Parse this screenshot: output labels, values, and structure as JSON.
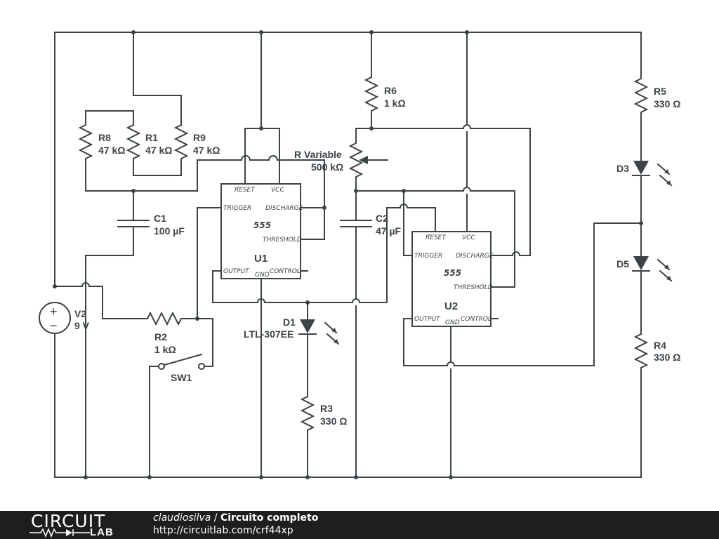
{
  "schematic": {
    "components": {
      "R8": {
        "ref": "R8",
        "value": "47 kΩ"
      },
      "R1": {
        "ref": "R1",
        "value": "47 kΩ"
      },
      "R9": {
        "ref": "R9",
        "value": "47 kΩ"
      },
      "R6": {
        "ref": "R6",
        "value": "1 kΩ"
      },
      "RV": {
        "ref": "R Variable",
        "value": "500 kΩ"
      },
      "R5": {
        "ref": "R5",
        "value": "330 Ω"
      },
      "C1": {
        "ref": "C1",
        "value": "100 µF"
      },
      "C2": {
        "ref": "C2",
        "value": "47 µF"
      },
      "V2": {
        "ref": "V2",
        "value": "9 V"
      },
      "R2": {
        "ref": "R2",
        "value": "1 kΩ"
      },
      "SW1": {
        "ref": "SW1"
      },
      "D1": {
        "ref": "D1",
        "value": "LTL-307EE"
      },
      "R3": {
        "ref": "R3",
        "value": "330 Ω"
      },
      "D3": {
        "ref": "D3"
      },
      "D5": {
        "ref": "D5"
      },
      "R4": {
        "ref": "R4",
        "value": "330 Ω"
      }
    },
    "chips": {
      "U1": {
        "ref": "U1",
        "type": "555"
      },
      "U2": {
        "ref": "U2",
        "type": "555"
      }
    },
    "pins": {
      "reset": "RESET",
      "vcc": "VCC",
      "trigger": "TRIGGER",
      "discharge": "DISCHARGE",
      "threshold": "THRESHOLD",
      "output": "OUTPUT",
      "gnd": "GND",
      "control": "CONTROL"
    },
    "source_symbols": {
      "plus": "+",
      "minus": "−"
    }
  },
  "footer": {
    "logo_top": "CIRCUIT",
    "logo_bottom": "LAB",
    "author": "claudiosilva",
    "separator": " / ",
    "title": "Circuito completo",
    "url": "http://circuitlab.com/crf44xp"
  }
}
